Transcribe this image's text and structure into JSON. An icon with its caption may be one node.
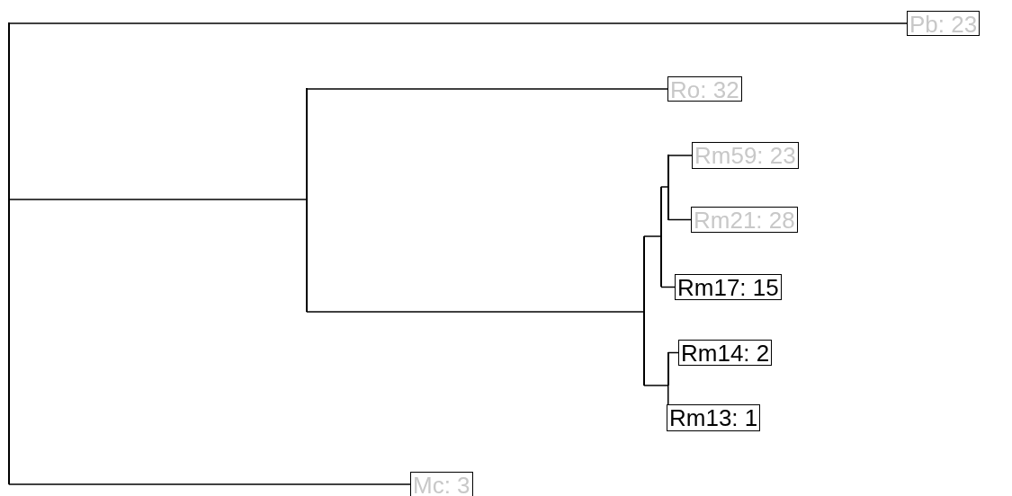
{
  "diagram": {
    "nodes": [
      {
        "text": [
          "Pb: 23"
        ]
      },
      {
        "text": [
          "Ro: 32"
        ]
      },
      {
        "text": [
          "Rm59: 23"
        ]
      },
      {
        "text": [
          "Rm21: 28"
        ]
      },
      {
        "text": [
          "Rm17: 15"
        ]
      },
      {
        "text": [
          "Rm14: 2"
        ]
      },
      {
        "text": [
          "Rm13: 1"
        ]
      },
      {
        "text": [
          "Mc: 3"
        ]
      },
      {
        "text": [],
        "shape": "bar"
      },
      {
        "text": [],
        "shape": "bar"
      },
      {
        "text": [],
        "shape": "bar"
      },
      {
        "text": [],
        "shape": "bar"
      },
      {
        "text": [],
        "shape": "bar"
      },
      {
        "text": [],
        "shape": "bar"
      }
    ],
    "edges": [
      {
        "from": 8,
        "to": 0,
        "arrow": "none"
      },
      {
        "from": 8,
        "to": 9,
        "arrow": "none"
      },
      {
        "from": 8,
        "to": 7,
        "arrow": "none"
      },
      {
        "from": 9,
        "to": 1,
        "arrow": "none"
      },
      {
        "from": 9,
        "to": 10,
        "arrow": "none"
      },
      {
        "from": 10,
        "to": 11,
        "arrow": "none"
      },
      {
        "from": 10,
        "to": 13,
        "arrow": "none"
      },
      {
        "from": 11,
        "to": 12,
        "arrow": "none"
      },
      {
        "from": 11,
        "to": 4,
        "arrow": "none"
      },
      {
        "from": 12,
        "to": 2,
        "arrow": "none"
      },
      {
        "from": 12,
        "to": 3,
        "arrow": "none"
      },
      {
        "from": 13,
        "to": 5,
        "arrow": "none"
      },
      {
        "from": 13,
        "to": 6,
        "arrow": "none"
      }
    ]
  }
}
